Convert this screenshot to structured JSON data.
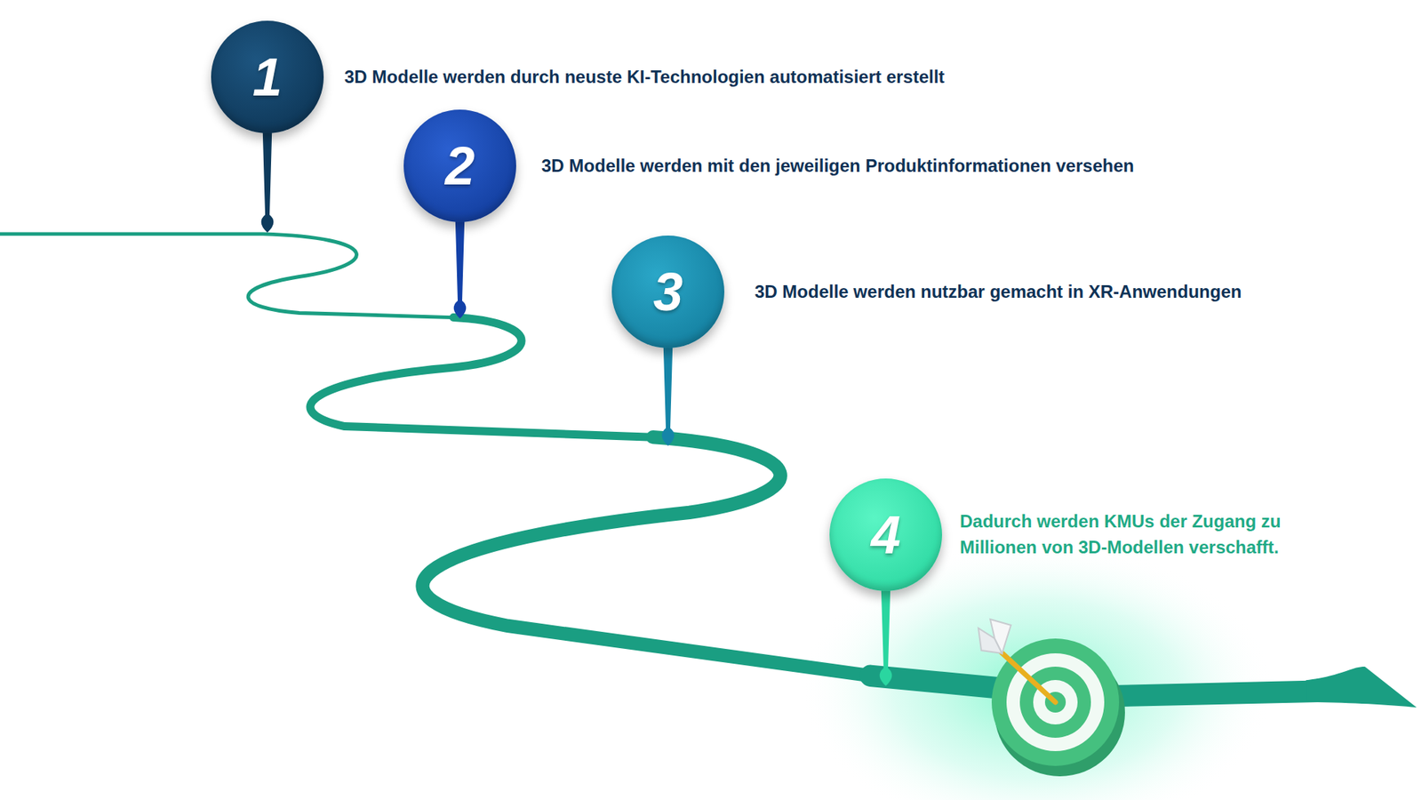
{
  "diagram": {
    "nodes": [
      {
        "text": [
          "1",
          "3D Modelle werden durch neuste KI-Technologien automatisiert erstellt"
        ]
      },
      {
        "text": [
          "2",
          "3D Modelle werden mit den jeweiligen Produktinformationen versehen"
        ]
      },
      {
        "text": [
          "3",
          "3D Modelle werden nutzbar gemacht in XR-Anwendungen"
        ]
      },
      {
        "text": [
          "4",
          "Dadurch werden KMUs der Zugang zu Millionen von 3D-Modellen verschafft."
        ]
      }
    ]
  }
}
